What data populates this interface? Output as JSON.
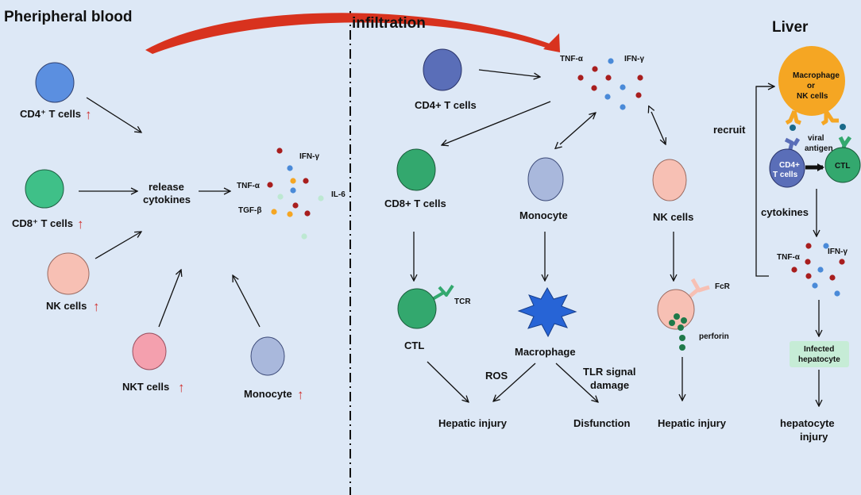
{
  "sections": {
    "peripheral": "Pheripheral blood",
    "infiltration": "infiltration",
    "liver": "Liver"
  },
  "peripheral": {
    "cd4": "CD4⁺ T cells",
    "cd8": "CD8⁺ T cells",
    "nk": "NK cells",
    "nkt": "NKT cells",
    "monocyte": "Monocyte",
    "up_arrow": "↑",
    "release_line1": "release",
    "release_line2": "cytokines",
    "cytokines": {
      "ifn": "IFN-γ",
      "tnf": "TNF-α",
      "tgf": "TGF-β",
      "il6": "IL-6"
    }
  },
  "infiltration": {
    "cd4": "CD4+ T cells",
    "tnf": "TNF-α",
    "ifn": "IFN-γ",
    "cd8": "CD8+ T cells",
    "monocyte": "Monocyte",
    "nk": "NK cells",
    "ctl": "CTL",
    "tcr": "TCR",
    "macrophage": "Macrophage",
    "fcr": "FcR",
    "perforin": "perforin",
    "ros": "ROS",
    "tlr_line1": "TLR signal",
    "tlr_line2": "damage",
    "hepatic_injury_left": "Hepatic injury",
    "disfunction": "Disfunction",
    "hepatic_injury_right": "Hepatic injury"
  },
  "liver": {
    "macro_line1": "Macrophage",
    "macro_line2": "or",
    "macro_line3": "NK cells",
    "recruit": "recruit",
    "viral_line1": "viral",
    "viral_line2": "antigen",
    "cd4_line1": "CD4+",
    "cd4_line2": "T cells",
    "ctl": "CTL",
    "cytokines": "cytokines",
    "tnf": "TNF-α",
    "ifn": "IFN-γ",
    "infected_line1": "Infected",
    "infected_line2": "hepatocyte",
    "injury_line1": "hepatocyte",
    "injury_line2": "injury"
  },
  "colors": {
    "background": "#dde8f6",
    "cd4": "#5b8fe0",
    "cd8": "#3fc088",
    "nk": "#f7c0b4",
    "nkt": "#f4a0ae",
    "monocyte": "#a9b8dc",
    "cd4_infiltration": "#5a6eb8",
    "cd8_infiltration": "#33a86e",
    "macrophage_star": "#2764d6",
    "liver_macrophage": "#f5a623",
    "infected_box": "#c6ecd6",
    "red_arc": "#d8321e",
    "up_arrow": "#d0302f"
  }
}
